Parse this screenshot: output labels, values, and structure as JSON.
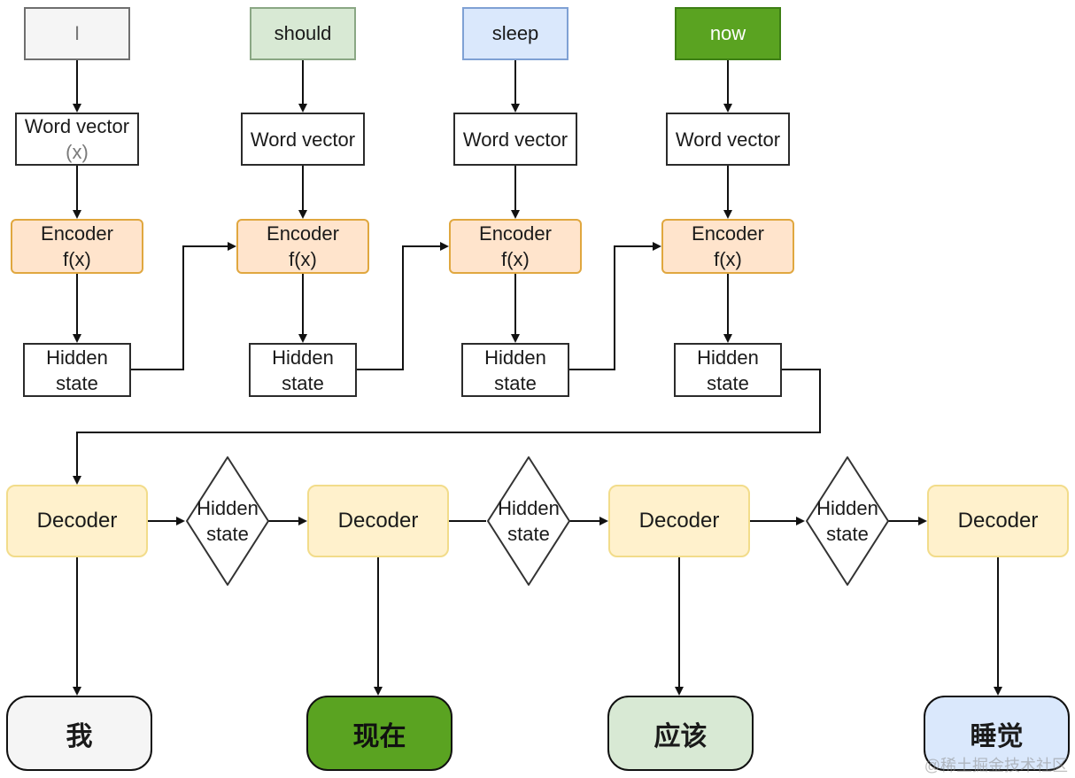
{
  "colors": {
    "encoder_fill": "#ffe4cc",
    "encoder_border": "#e0a73f",
    "decoder_fill": "#fff1cc",
    "decoder_border": "#f2dc8a",
    "green_dark": "#5aa321",
    "green_light": "#d8e9d4",
    "blue_light": "#dae8fc",
    "gray_light": "#f5f5f5",
    "line": "#111111"
  },
  "inputs": [
    {
      "label": "I"
    },
    {
      "label": "should"
    },
    {
      "label": "sleep"
    },
    {
      "label": "now"
    }
  ],
  "word_vectors": [
    {
      "line1": "Word vector",
      "line2": "(x)"
    },
    {
      "line1": "Word vector",
      "line2": ""
    },
    {
      "line1": "Word vector",
      "line2": ""
    },
    {
      "line1": "Word vector",
      "line2": ""
    }
  ],
  "encoders": [
    {
      "line1": "Encoder",
      "line2": "f(x)"
    },
    {
      "line1": "Encoder",
      "line2": "f(x)"
    },
    {
      "line1": "Encoder",
      "line2": "f(x)"
    },
    {
      "line1": "Encoder",
      "line2": "f(x)"
    }
  ],
  "encoder_hidden_states": [
    {
      "line1": "Hidden",
      "line2": "state"
    },
    {
      "line1": "Hidden",
      "line2": "state"
    },
    {
      "line1": "Hidden",
      "line2": "state"
    },
    {
      "line1": "Hidden",
      "line2": "state"
    }
  ],
  "decoders": [
    {
      "label": "Decoder"
    },
    {
      "label": "Decoder"
    },
    {
      "label": "Decoder"
    },
    {
      "label": "Decoder"
    }
  ],
  "decoder_hidden_states": [
    {
      "line1": "Hidden",
      "line2": "state"
    },
    {
      "line1": "Hidden",
      "line2": "state"
    },
    {
      "line1": "Hidden",
      "line2": "state"
    }
  ],
  "outputs": [
    {
      "label": "我"
    },
    {
      "label": "现在"
    },
    {
      "label": "应该"
    },
    {
      "label": "睡觉"
    }
  ],
  "watermark": "@稀土掘金技术社区"
}
